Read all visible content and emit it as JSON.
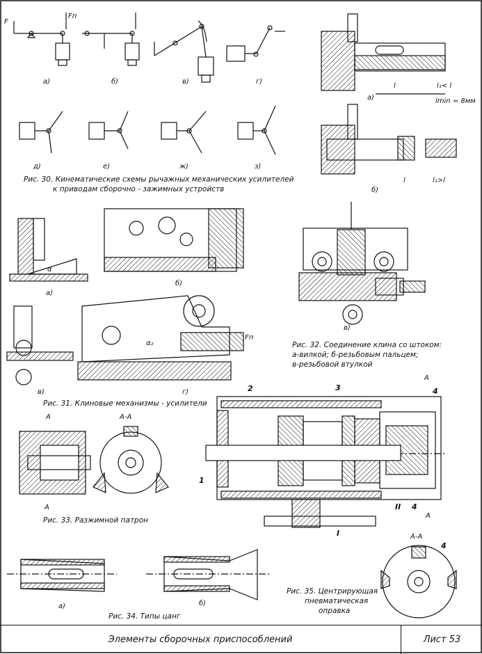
{
  "captions": {
    "fig30": "Рис. 30. Кинематические схемы рычажных механических усилителей",
    "fig30_line2": "к приводам сборочно - зажимных устройств",
    "fig31": "Рис. 31. Клиновые механизмы - усилители",
    "fig32": "Рис. 32. Соединение клина со штоком:",
    "fig32_line2": "а-вилкой; б-резьбовым пальцем;",
    "fig32_line3": "в-резьбовой втулкой",
    "fig33": "Рис. 33. Разжимной патрон",
    "fig34": "Рис. 34. Типы цанг",
    "fig35": "Рис. 35. Центрирующая",
    "fig35_line2": "пневматическая",
    "fig35_line3": "оправка"
  },
  "subfig_labels": {
    "a": "а)",
    "b": "б)",
    "v": "в)",
    "g": "г)",
    "d": "д)",
    "e": "е)",
    "zh": "ж)",
    "z": "з)"
  },
  "symbols": {
    "F": "F",
    "Fn": "Fп",
    "alpha": "α",
    "alpha2": "α₂",
    "l": "l",
    "l1_lt_l": "l₁< l",
    "lmin": "lmin = 8мм",
    "l1_gt_l": "l₁>l",
    "section_a": "А",
    "section_aa": "А-А"
  },
  "callouts": {
    "n1": "1",
    "n2": "2",
    "n3": "3",
    "n4": "4",
    "rI": "I",
    "rII": "II"
  },
  "footer": {
    "title": "Элементы сборочных приспособлений",
    "sheet": "Лист 53"
  }
}
